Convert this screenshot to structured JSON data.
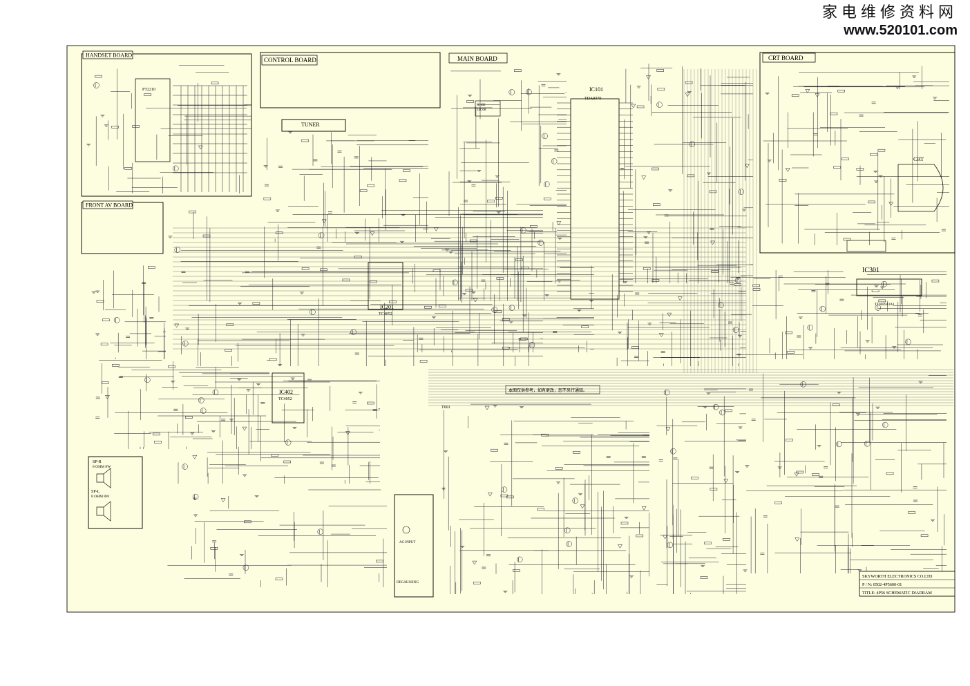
{
  "watermark": {
    "site_cn": "家电维修资料网",
    "url": "www.520101.com"
  },
  "boards": {
    "handset": "HANDSET  BOARD",
    "control": "CONTROL BOARD",
    "main": "MAIN BOARD",
    "crt_board": "CRT   BOARD",
    "front_av": "FRONT  AV  BOARD"
  },
  "ics": {
    "ic101_name": "IC101",
    "ic101_part": "TDA9370",
    "ic201_name": "IC201",
    "ic201_part": "TC4052",
    "ic402_name": "IC402",
    "ic402_part": "TC4052",
    "ic301_name": "IC301",
    "ic301_part": "TDA8943AI",
    "ic102_name": "IC102",
    "ic102_part": "24C08",
    "handset_ic": "PT2210",
    "tuner": "TUNER"
  },
  "labels": {
    "crt": "CRT",
    "note_cn": "本图仅供参考，如有更改，恕不另行通知。",
    "t601": "T601",
    "ac_input": "AC-INPUT",
    "degaussing": "DEGAUSSING",
    "sp_r": "SP-R",
    "sp_r_spec": "8 OHM  8W",
    "sp_l": "SP-L",
    "sp_l_spec": "8 OHM  8W"
  },
  "title_block": {
    "company": "SKYWORTH ELECTRONICS CO.LTD",
    "part_no": "P / N: 0502-4P5600-01",
    "title": "TITLE: 4P56 SCHEMATIC DIADRAM"
  },
  "colors": {
    "paper": "#fdfde0",
    "ink": "#1a1a2e"
  }
}
